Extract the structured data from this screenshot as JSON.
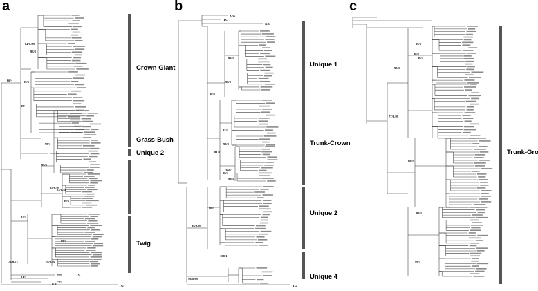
{
  "panels": [
    {
      "letter": "a",
      "clades": [
        "Crown Giant",
        "Unique 2",
        "Grass-Bush",
        "Twig"
      ],
      "supports": [
        "84/0.89",
        "98/1",
        "99/1",
        "66/-",
        "98/-",
        "99/1",
        "99/1",
        "85/0.99",
        "63/0.88",
        "99/1",
        "97/1",
        "99/1",
        "78/0.94",
        "72/0.71",
        "81/1"
      ],
      "outgroups": [
        "TC",
        "CG",
        "GB",
        "TG"
      ]
    },
    {
      "letter": "b",
      "clades": [
        "Unique 1",
        "Trunk-Crown",
        "Unique 2",
        "Unique 4"
      ],
      "supports": [
        "98/1",
        "98/1",
        "99/1",
        "81/1",
        "93/1",
        "99/1",
        "100/1",
        "98/1",
        "99/1",
        "94/0.99",
        "99/1",
        "100/1",
        "78/0.99"
      ],
      "outgroups": [
        "CG",
        "TC",
        "GB",
        "T",
        "TG"
      ]
    },
    {
      "letter": "c",
      "clades": [
        "Trunk-Ground"
      ],
      "supports": [
        "99/1",
        "99/1",
        "99/1",
        "77/0.99",
        "98/1",
        "99/1",
        "99/1",
        "99/1"
      ]
    }
  ]
}
